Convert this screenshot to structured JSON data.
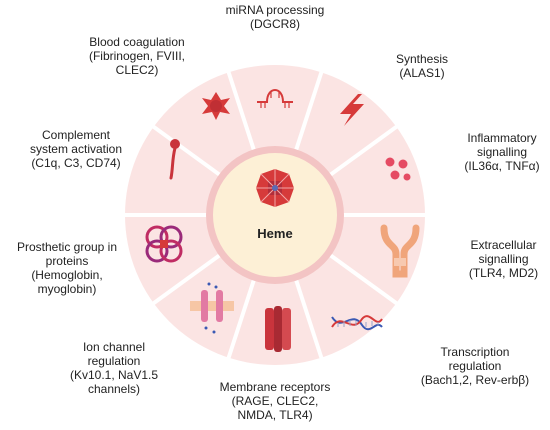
{
  "diagram": {
    "center_label": "Heme",
    "colors": {
      "outer_ring": "#fbe4e3",
      "divider": "#ffffff",
      "inner_circle": "#f3c4c4",
      "center_bg": "#fdf0d6",
      "icon_red": "#d63a3a",
      "icon_pink": "#f2a7a7",
      "icon_dark_red": "#b32d3a"
    },
    "segments": [
      {
        "id": "mirna",
        "icon": "rna-hairpin-icon",
        "lines": [
          "miRNA processing",
          "(DGCR8)"
        ]
      },
      {
        "id": "synthesis",
        "icon": "lightning-icon",
        "lines": [
          "Synthesis",
          "(ALAS1)"
        ]
      },
      {
        "id": "inflammatory",
        "icon": "dots-cluster-icon",
        "lines": [
          "Inflammatory",
          "signalling",
          "(IL36α, TNFα)"
        ]
      },
      {
        "id": "extracellular",
        "icon": "tlr-receptor-icon",
        "lines": [
          "Extracellular",
          "signalling",
          "(TLR4, MD2)"
        ]
      },
      {
        "id": "transcription",
        "icon": "dna-helix-icon",
        "lines": [
          "Transcription",
          "regulation",
          "(Bach1,2, Rev-erbβ)"
        ]
      },
      {
        "id": "membrane",
        "icon": "membrane-receptor-icon",
        "lines": [
          "Membrane receptors",
          "(RAGE, CLEC2,",
          "NMDA, TLR4)"
        ]
      },
      {
        "id": "ion",
        "icon": "ion-channel-icon",
        "lines": [
          "Ion channel",
          "regulation",
          "(Kv10.1, NaV1.5",
          "channels)"
        ]
      },
      {
        "id": "prosthetic",
        "icon": "hemoglobin-icon",
        "lines": [
          "Prosthetic group in",
          "proteins",
          "(Hemoglobin,",
          "myoglobin)"
        ]
      },
      {
        "id": "complement",
        "icon": "complement-protein-icon",
        "lines": [
          "Complement",
          "system activation",
          "(C1q, C3, CD74)"
        ]
      },
      {
        "id": "blood",
        "icon": "platelet-icon",
        "lines": [
          "Blood coagulation",
          "(Fibrinogen, FVIII,",
          "CLEC2)"
        ]
      }
    ]
  }
}
